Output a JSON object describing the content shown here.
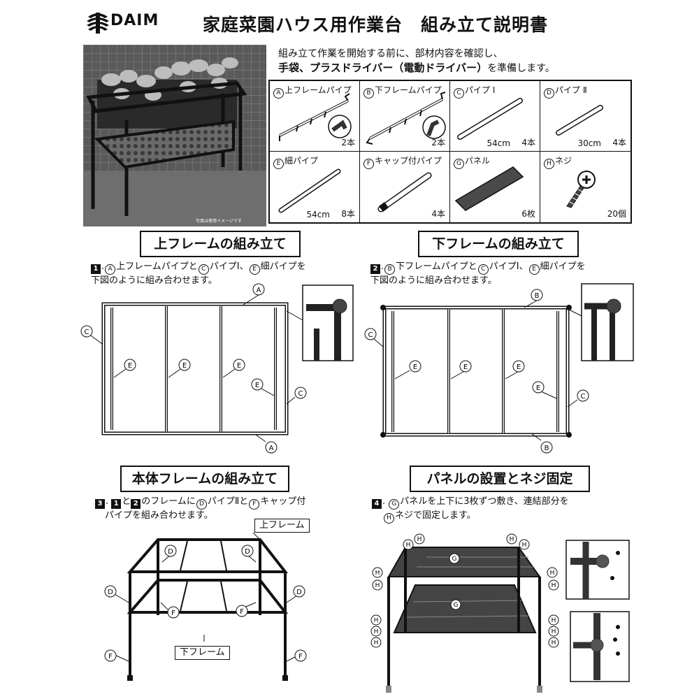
{
  "header": {
    "brand": "DAIM",
    "title": "家庭菜園ハウス用作業台　組み立て説明書"
  },
  "photo": {
    "caption": "写真は使用イメージです"
  },
  "intro": {
    "line1": "組み立て作業を開始する前に、部材内容を確認し、",
    "line2_bold": "手袋、プラスドライバー（電動ドライバー）",
    "line2_rest": "を準備します。"
  },
  "parts": [
    {
      "mark": "A",
      "name": "上フレームパイプ",
      "size": "",
      "qty": "2本",
      "icon": "upper-frame-pipe-icon"
    },
    {
      "mark": "B",
      "name": "下フレームパイプ",
      "size": "",
      "qty": "2本",
      "icon": "lower-frame-pipe-icon"
    },
    {
      "mark": "C",
      "name": "パイプ Ⅰ",
      "size": "54cm",
      "qty": "4本",
      "icon": "pipe-icon"
    },
    {
      "mark": "D",
      "name": "パイプ Ⅱ",
      "size": "30cm",
      "qty": "4本",
      "icon": "pipe-icon"
    },
    {
      "mark": "E",
      "name": "細パイプ",
      "size": "54cm",
      "qty": "8本",
      "icon": "thin-pipe-icon"
    },
    {
      "mark": "F",
      "name": "キャップ付パイプ",
      "size": "",
      "qty": "4本",
      "icon": "capped-pipe-icon"
    },
    {
      "mark": "G",
      "name": "パネル",
      "size": "",
      "qty": "6枚",
      "icon": "panel-icon"
    },
    {
      "mark": "H",
      "name": "ネジ",
      "size": "",
      "qty": "20個",
      "icon": "screw-icon"
    }
  ],
  "sections": {
    "s1": {
      "title": "上フレームの組み立て",
      "num": "1",
      "pre": ".",
      "t1": "上フレームパイプと",
      "t2": "パイプⅠ、",
      "t3": "細パイプを",
      "line2": "下図のように組み合わせます。"
    },
    "s2": {
      "title": "下フレームの組み立て",
      "num": "2",
      "pre": ".",
      "t1": "下フレームパイプと",
      "t2": "パイプⅠ、",
      "t3": "細パイプを",
      "line2": "下図のように組み合わせます。"
    },
    "s3": {
      "title": "本体フレームの組み立て",
      "num": "3",
      "n1": "1",
      "n2": "2",
      "mid": "と",
      "t1": "のフレームに",
      "t2": "パイプⅡと",
      "t3": "キャップ付",
      "line2": "パイプを組み合わせます。",
      "label_upper": "上フレーム",
      "label_lower": "下フレーム"
    },
    "s4": {
      "title": "パネルの設置とネジ固定",
      "num": "4",
      "t1": "パネルを上下に3枚ずつ敷き、連結部分を",
      "t2": "ネジで固定します。"
    }
  },
  "marks": {
    "A": "A",
    "B": "B",
    "C": "C",
    "D": "D",
    "E": "E",
    "F": "F",
    "G": "G",
    "H": "H"
  }
}
